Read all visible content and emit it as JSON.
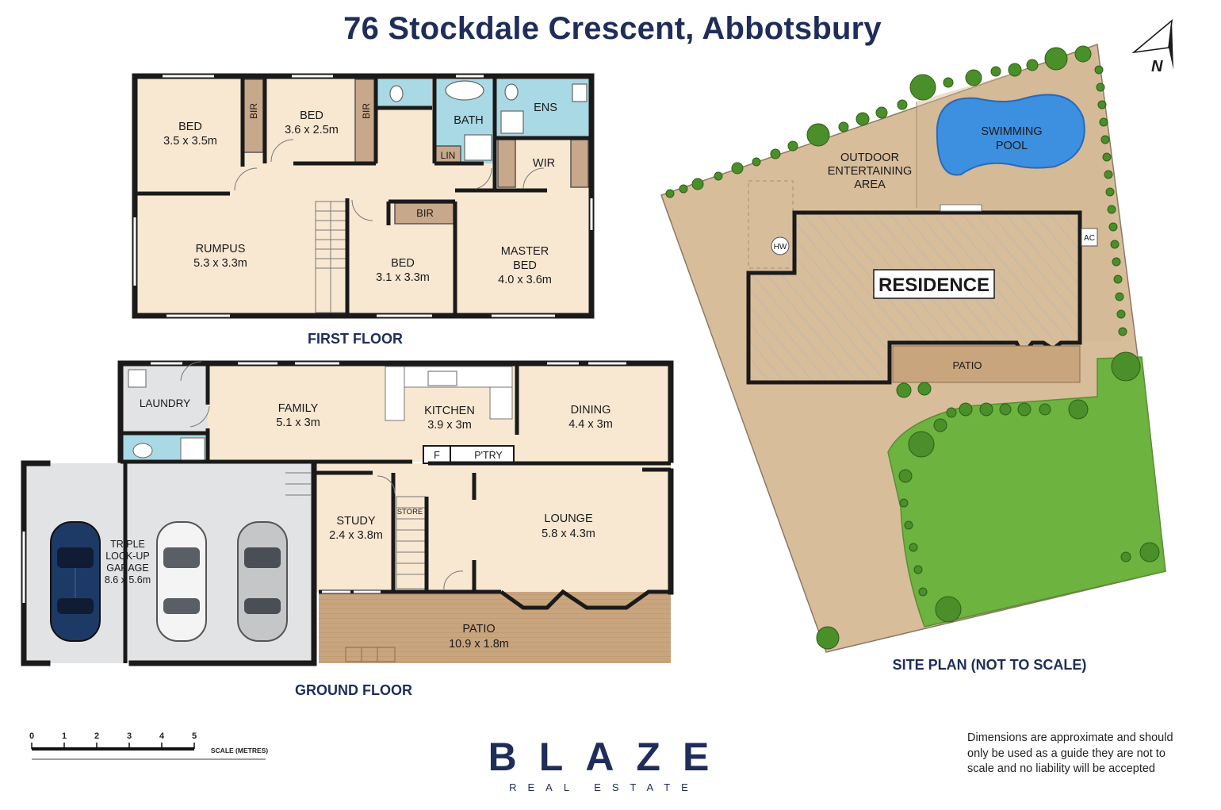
{
  "title": "76 Stockdale Crescent, Abbotsbury",
  "compass_label": "N",
  "first_floor": {
    "heading": "FIRST FLOOR",
    "rooms": {
      "bed1_name": "BED",
      "bed1_dim": "3.5 x 3.5m",
      "bed2_name": "BED",
      "bed2_dim": "3.6 x 2.5m",
      "bir1": "BIR",
      "bir2": "BIR",
      "bir3": "BIR",
      "bath": "BATH",
      "ens": "ENS",
      "lin": "LIN",
      "wir": "WIR",
      "rumpus_name": "RUMPUS",
      "rumpus_dim": "5.3 x 3.3m",
      "bed3_name": "BED",
      "bed3_dim": "3.1 x 3.3m",
      "master_line1": "MASTER",
      "master_line2": "BED",
      "master_dim": "4.0 x 3.6m"
    }
  },
  "ground_floor": {
    "heading": "GROUND FLOOR",
    "rooms": {
      "laundry": "LAUNDRY",
      "family_name": "FAMILY",
      "family_dim": "5.1 x 3m",
      "kitchen_name": "KITCHEN",
      "kitchen_dim": "3.9 x 3m",
      "dining_name": "DINING",
      "dining_dim": "4.4 x 3m",
      "f": "F",
      "pantry": "P'TRY",
      "garage_line1": "TRIPLE",
      "garage_line2": "LOCK-UP",
      "garage_line3": "GARAGE",
      "garage_dim": "8.6 x 5.6m",
      "study_name": "STUDY",
      "study_dim": "2.4 x 3.8m",
      "store": "STORE",
      "lounge_name": "LOUNGE",
      "lounge_dim": "5.8 x 4.3m",
      "patio_name": "PATIO",
      "patio_dim": "10.9 x 1.8m"
    }
  },
  "site_plan": {
    "heading": "SITE PLAN (NOT TO SCALE)",
    "pool_line1": "SWIMMING",
    "pool_line2": "POOL",
    "outdoor_line1": "OUTDOOR",
    "outdoor_line2": "ENTERTAINING",
    "outdoor_line3": "AREA",
    "residence": "RESIDENCE",
    "patio": "PATIO",
    "hw": "HW",
    "ac": "AC"
  },
  "scale_bar": {
    "ticks": [
      "0",
      "1",
      "2",
      "3",
      "4",
      "5"
    ],
    "label": "SCALE (METRES)"
  },
  "brand": {
    "name": "BLAZE",
    "sub": "REAL ESTATE"
  },
  "disclaimer": "Dimensions are approximate and should only be used as a guide they are not to scale and no liability will be accepted",
  "colors": {
    "floor": "#f8e8d2",
    "wet": "#a9d9e4",
    "garage": "#e1e3e4",
    "deck": "#c9a57e",
    "site_ground": "#d8bd9b",
    "lawn": "#6db33f",
    "pool": "#3d8fe0",
    "navy": "#1f2d5a",
    "car_blue": "#1d3a66"
  }
}
